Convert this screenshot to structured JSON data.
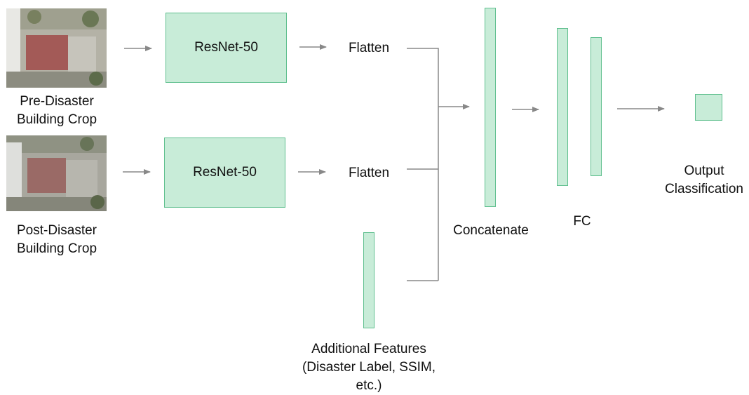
{
  "inputs": {
    "pre_label": "Pre-Disaster\nBuilding Crop",
    "post_label": "Post-Disaster\nBuilding Crop",
    "extra_label": "Additional Features\n(Disaster Label, SSIM,\netc.)"
  },
  "blocks": {
    "resnet_top": "ResNet-50",
    "resnet_bottom": "ResNet-50",
    "flatten_top": "Flatten",
    "flatten_bottom": "Flatten",
    "concat": "Concatenate",
    "fc": "FC",
    "output": "Output\nClassification"
  },
  "colors": {
    "block_fill": "#c8ecd8",
    "block_border": "#5fbf8e",
    "arrow": "#888888"
  }
}
